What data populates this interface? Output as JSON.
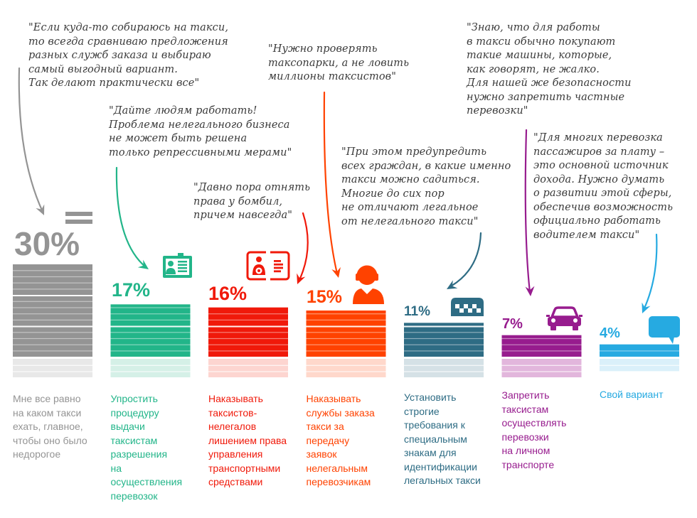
{
  "chart_data": {
    "type": "bar",
    "title": "",
    "xlabel": "",
    "ylabel": "",
    "ylim": [
      0,
      30
    ],
    "grid": false,
    "categories": [
      "Мне все равно на каком такси ехать, главное, чтобы оно было недорогое",
      "Упростить процедуру выдачи таксистам разрешения на осуществления перевозок",
      "Наказывать таксистов-нелегалов лишением права управления транспортными средствами",
      "Наказывать службы заказа такси за передачу заявок нелегальным перевозчикам",
      "Установить строгие требования к специальным знакам для идентификации легальных такси",
      "Запретить таксистам осуществлять перевозки на личном транспорте",
      "Свой вариант"
    ],
    "values": [
      30,
      17,
      16,
      15,
      11,
      7,
      4
    ],
    "unit": "%",
    "bars": [
      {
        "id": "indifferent",
        "value": 30,
        "pct_label": "30%",
        "color": "#949494",
        "light": "#e8e8e8",
        "icon": "equals-icon",
        "label_lines": [
          "Мне все равно",
          "на каком такси",
          "ехать, главное,",
          "чтобы оно было",
          "недорогое"
        ],
        "quote_lines": [
          "\"Если куда-то собираюсь на такси,",
          "то всегда сравниваю предложения",
          "разных служб заказа и выбираю",
          "самый выгодный вариант.",
          "Так делают практически все\""
        ]
      },
      {
        "id": "simplify",
        "value": 17,
        "pct_label": "17%",
        "color": "#22b589",
        "light": "#d5f0e7",
        "icon": "id-badge-icon",
        "label_lines": [
          "Упростить",
          "процедуру",
          "выдачи",
          "таксистам",
          "разрешения",
          "на",
          "осуществления",
          "перевозок"
        ],
        "quote_lines": [
          "\"Дайте людям работать!",
          "Проблема нелегального бизнеса",
          "не может быть решена",
          "только репрессивными мерами\""
        ]
      },
      {
        "id": "revoke-license",
        "value": 16,
        "pct_label": "16%",
        "color": "#f0190a",
        "light": "#fdd5d0",
        "icon": "driver-license-icon",
        "label_lines": [
          "Наказывать",
          "таксистов-",
          "нелегалов",
          "лишением права",
          "управления",
          "транспортными",
          "средствами"
        ],
        "quote_lines": [
          "\"Давно пора отнять",
          "права у бомбил,",
          "причем навсегда\""
        ]
      },
      {
        "id": "punish-services",
        "value": 15,
        "pct_label": "15%",
        "color": "#ff4200",
        "light": "#ffd8cb",
        "icon": "operator-headset-icon",
        "label_lines": [
          "Наказывать",
          "службы заказа",
          "такси за",
          "передачу",
          "заявок",
          "нелегальным",
          "перевозчикам"
        ],
        "quote_lines": [
          "\"Нужно проверять",
          "таксопарки, а не ловить",
          "миллионы таксистов\""
        ]
      },
      {
        "id": "special-signs",
        "value": 11,
        "pct_label": "11%",
        "color": "#2e6c84",
        "light": "#d5e1e6",
        "icon": "taxi-checker-icon",
        "label_lines": [
          "Установить",
          "строгие",
          "требования к",
          "специальным",
          "знакам для",
          "идентификации",
          "легальных такси"
        ],
        "quote_lines": [
          "\"При этом предупредить",
          "всех граждан, в какие именно",
          "такси можно садиться.",
          "Многие до сих пор",
          "не отличают легальное",
          "от нелегального такси\""
        ]
      },
      {
        "id": "ban-private",
        "value": 7,
        "pct_label": "7%",
        "color": "#971c8e",
        "light": "#e2b6dc",
        "icon": "car-icon",
        "label_lines": [
          "Запретить",
          "таксистам",
          "осуществлять",
          "перевозки",
          "на личном",
          "транспорте"
        ],
        "quote_lines": [
          "\"Знаю, что для работы",
          "в такси обычно покупают",
          "такие машины, которые,",
          "как говорят, не жалко.",
          "Для нашей же безопасности",
          "нужно запретить частные",
          "перевозки\""
        ]
      },
      {
        "id": "own-option",
        "value": 4,
        "pct_label": "4%",
        "color": "#26aae1",
        "light": "#daf0fa",
        "icon": "speech-bubble-icon",
        "label_lines": [
          "Свой вариант"
        ],
        "quote_lines": [
          "\"Для многих перевозка",
          "пассажиров за плату –",
          "это основной источник",
          "дохода. Нужно думать",
          "о развитии этой сферы,",
          "обеспечив возможность",
          "официально работать",
          "водителем такси\""
        ]
      }
    ]
  }
}
